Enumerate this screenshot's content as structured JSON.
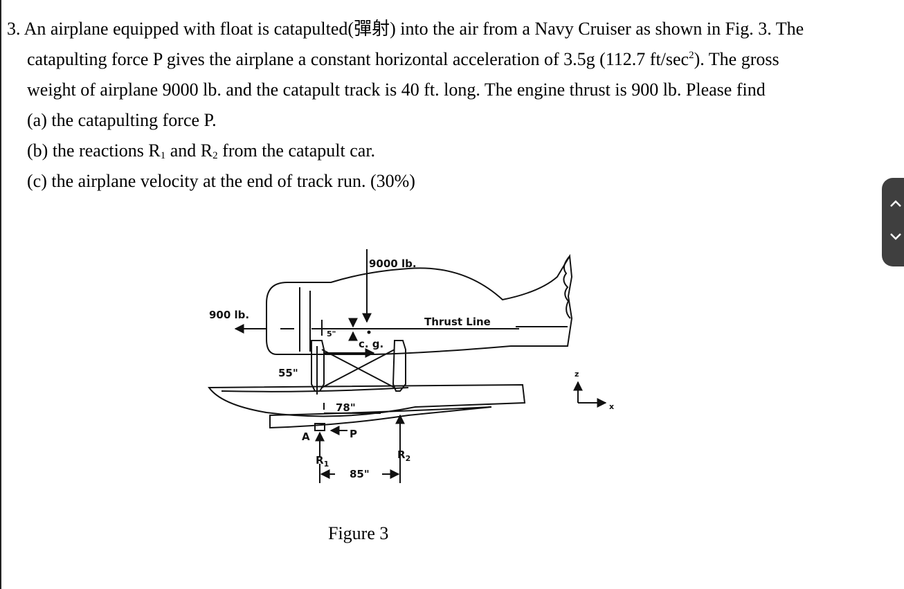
{
  "problem": {
    "line1": "3. An airplane equipped with float is catapulted(彈射) into the air from a Navy Cruiser as shown in Fig. 3. The",
    "line2_a": "catapulting force P gives the airplane a constant horizontal acceleration of 3.5g (112.7 ft/sec",
    "line2_sup": "2",
    "line2_b": ").    The gross",
    "line3": "weight of airplane 9000 lb. and the catapult track is 40 ft. long. The engine thrust is 900 lb. Please find",
    "item_a": "(a) the catapulting force P.",
    "item_b_1": "(b) the reactions R",
    "item_b_sub1": "1",
    "item_b_2": " and R",
    "item_b_sub2": "2",
    "item_b_3": " from the catapult car.",
    "item_c": "(c) the airplane velocity at the end of track run.    (30%)"
  },
  "figure": {
    "weight_label": "9000 lb.",
    "thrust_label": "900 lb.",
    "thrust_line_label": "Thrust Line",
    "dim_5": "5\"",
    "cg_label": "c. g.",
    "dim_55": "55\"",
    "dim_78": "78\"",
    "dim_85": "85\"",
    "point_a": "A",
    "force_p": "P",
    "r1_main": "R",
    "r1_sub": "1",
    "r2_main": "R",
    "r2_sub": "2",
    "axis_z": "z",
    "axis_x": "x",
    "caption": "Figure 3"
  },
  "scroll": {
    "up_icon": "chevron-up-icon",
    "down_icon": "chevron-down-icon",
    "color": "#3f3f3f"
  }
}
